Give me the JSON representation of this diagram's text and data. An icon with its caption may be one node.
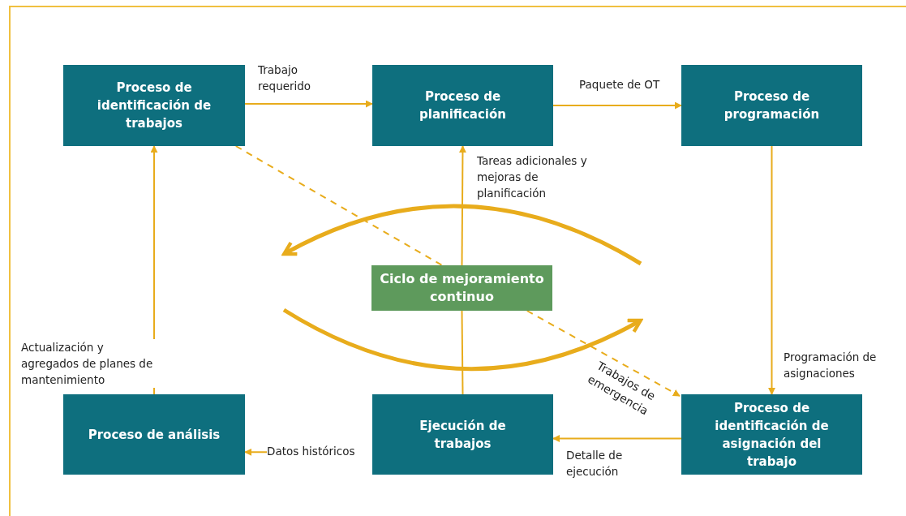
{
  "diagram": {
    "nodes": [
      {
        "text": [
          "Proceso de identificación de trabajos"
        ]
      },
      {
        "text": [
          "Proceso de planificación"
        ]
      },
      {
        "text": [
          "Proceso de programación"
        ]
      },
      {
        "text": [
          "Ciclo de mejoramiento continuo"
        ]
      },
      {
        "text": [
          "Proceso de análisis"
        ]
      },
      {
        "text": [
          "Ejecución de trabajos"
        ]
      },
      {
        "text": [
          "Proceso de identificación de asignación del trabajo"
        ]
      }
    ],
    "edges": [
      {
        "from": 0,
        "to": 1,
        "arrow": "to",
        "label": "Trabajo requerido"
      },
      {
        "from": 1,
        "to": 2,
        "arrow": "to",
        "label": "Paquete de OT"
      },
      {
        "from": 3,
        "to": 1,
        "arrow": "to",
        "label": "Tareas adicionales y mejoras de planificación"
      },
      {
        "from": 5,
        "to": 3,
        "arrow": "none"
      },
      {
        "from": 2,
        "to": 6,
        "arrow": "to",
        "label": "Programación de asignaciones"
      },
      {
        "from": 0,
        "to": 3,
        "arrow": "none",
        "style": "dashed"
      },
      {
        "from": 3,
        "to": 6,
        "arrow": "to",
        "label": "Trabajos de emergencia",
        "style": "dashed"
      },
      {
        "from": 6,
        "to": 5,
        "arrow": "to",
        "label": "Detalle de ejecución"
      },
      {
        "from": 5,
        "to": 4,
        "arrow": "to",
        "label": "Datos históricos"
      },
      {
        "from": 4,
        "to": 0,
        "arrow": "to",
        "label": "Actualización y agregados de planes de mantenimiento"
      }
    ]
  }
}
